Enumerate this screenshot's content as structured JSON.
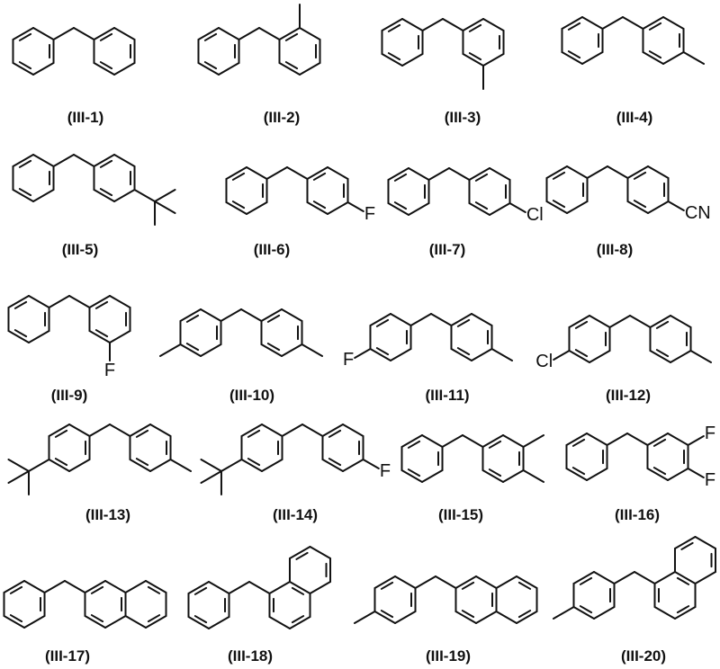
{
  "colors": {
    "bond": "#111111",
    "background": "#ffffff"
  },
  "compounds": [
    {
      "label": "(III-1)",
      "atom_labels": []
    },
    {
      "label": "(III-2)",
      "atom_labels": []
    },
    {
      "label": "(III-3)",
      "atom_labels": []
    },
    {
      "label": "(III-4)",
      "atom_labels": []
    },
    {
      "label": "(III-5)",
      "atom_labels": []
    },
    {
      "label": "(III-6)",
      "atom_labels": [
        "F"
      ]
    },
    {
      "label": "(III-7)",
      "atom_labels": [
        "Cl"
      ]
    },
    {
      "label": "(III-8)",
      "atom_labels": [
        "CN"
      ]
    },
    {
      "label": "(III-9)",
      "atom_labels": [
        "F"
      ]
    },
    {
      "label": "(III-10)",
      "atom_labels": []
    },
    {
      "label": "(III-11)",
      "atom_labels": [
        "F"
      ]
    },
    {
      "label": "(III-12)",
      "atom_labels": [
        "Cl"
      ]
    },
    {
      "label": "(III-13)",
      "atom_labels": []
    },
    {
      "label": "(III-14)",
      "atom_labels": [
        "F"
      ]
    },
    {
      "label": "(III-15)",
      "atom_labels": []
    },
    {
      "label": "(III-16)",
      "atom_labels": [
        "F",
        "F"
      ]
    },
    {
      "label": "(III-17)",
      "atom_labels": []
    },
    {
      "label": "(III-18)",
      "atom_labels": []
    },
    {
      "label": "(III-19)",
      "atom_labels": []
    },
    {
      "label": "(III-20)",
      "atom_labels": []
    }
  ]
}
